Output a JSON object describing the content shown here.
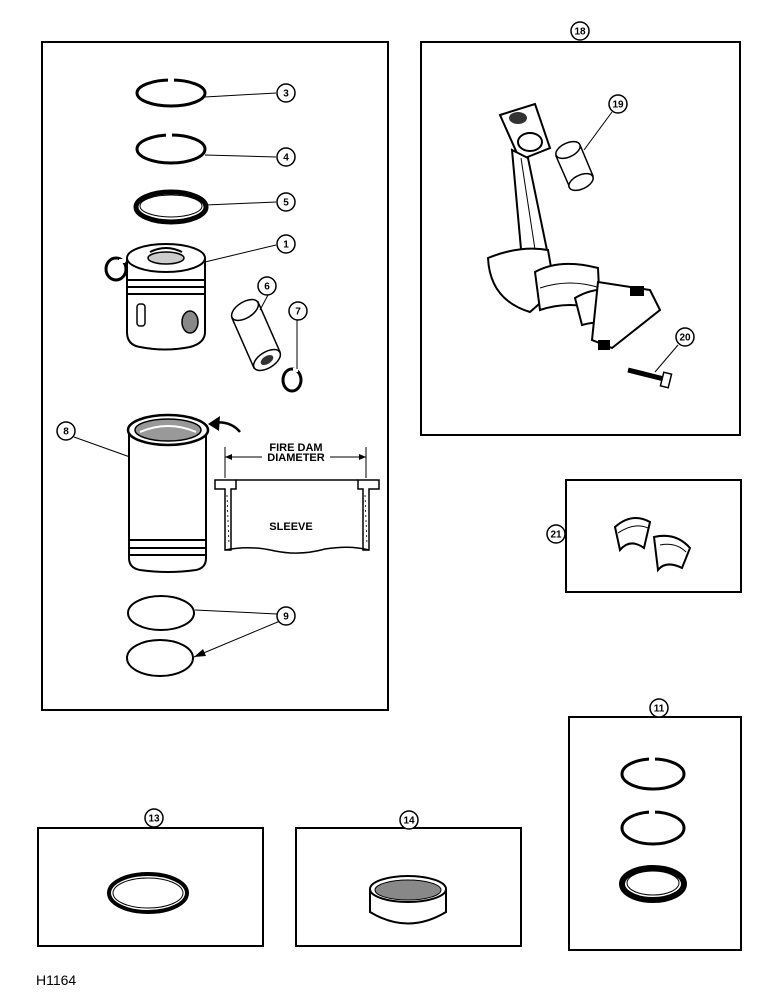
{
  "figure_id": "H1164",
  "callouts": {
    "c1": "1",
    "c3": "3",
    "c4": "4",
    "c5": "5",
    "c6": "6",
    "c7": "7",
    "c8": "8",
    "c9": "9",
    "c11": "11",
    "c13": "13",
    "c14": "14",
    "c18": "18",
    "c19": "19",
    "c20": "20",
    "c21": "21"
  },
  "labels": {
    "fire_dam": "FIRE DAM",
    "diameter": "DIAMETER",
    "sleeve": "SLEEVE"
  }
}
